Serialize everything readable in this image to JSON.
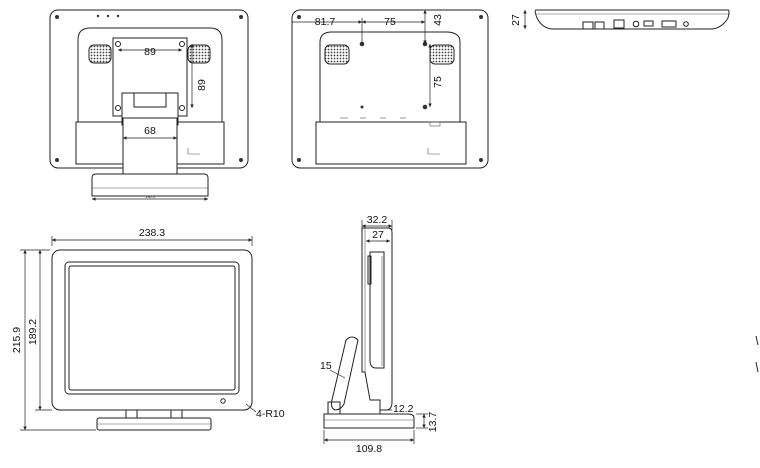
{
  "dimensions": {
    "back_vesa_width": "89",
    "back_vesa_height": "89",
    "back_stand_width": "68",
    "back_base_width": "136.5",
    "back_panel_offset": "81.7",
    "back_panel_hole_spacing": "75",
    "back_panel_top_offset": "43",
    "back_panel_hole_vertical": "75",
    "top_view_depth": "27",
    "front_width": "238.3",
    "front_total_height": "215.9",
    "front_screen_height": "189.2",
    "corner_radius": "4-R10",
    "side_depth_total": "32.2",
    "side_depth_body": "27",
    "side_stand_thickness": "15",
    "side_bottom_gap": "12.2",
    "side_base_height": "13.7",
    "side_base_width": "109.8"
  },
  "colors": {
    "line": "#222222",
    "background": "#ffffff"
  }
}
